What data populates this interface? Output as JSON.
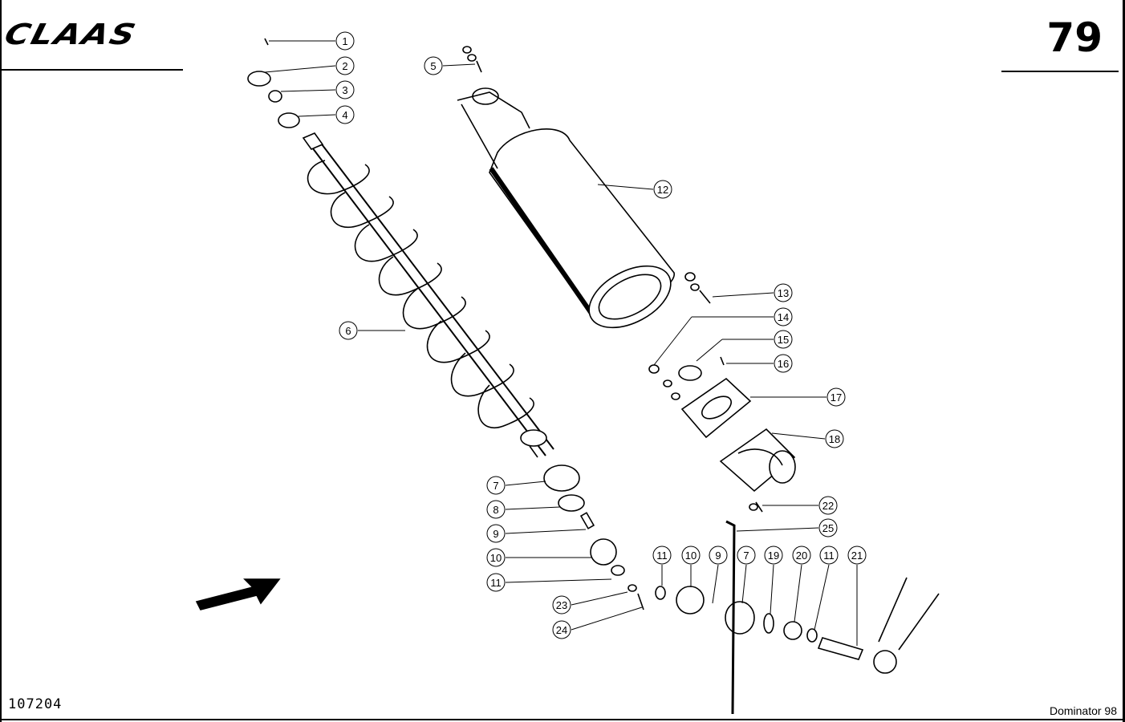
{
  "header": {
    "brand": "CLAAS",
    "page_number": "79"
  },
  "footer": {
    "drawing_number": "107204",
    "model": "Dominator 98"
  },
  "callouts": [
    "1",
    "2",
    "3",
    "4",
    "5",
    "6",
    "7",
    "8",
    "9",
    "10",
    "11",
    "12",
    "13",
    "14",
    "15",
    "16",
    "17",
    "18",
    "19",
    "20",
    "21",
    "22",
    "23",
    "24",
    "25"
  ],
  "bottom_callouts": [
    "11",
    "10",
    "9",
    "7",
    "19",
    "20",
    "11",
    "21"
  ]
}
